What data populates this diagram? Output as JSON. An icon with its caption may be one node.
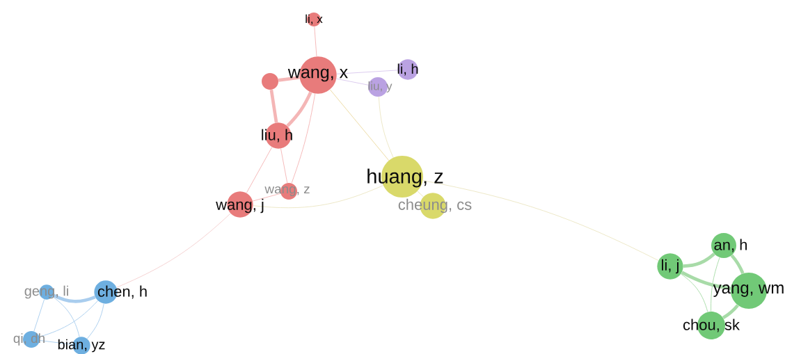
{
  "diagram": {
    "nodes": [
      {
        "text": [
          "li, x"
        ]
      },
      {
        "text": [
          "wang, x"
        ]
      },
      {
        "text": [],
        "shape": "circle"
      },
      {
        "text": [
          "liu, y"
        ]
      },
      {
        "text": [
          "li, h"
        ]
      },
      {
        "text": [
          "liu, h"
        ]
      },
      {
        "text": [
          "wang, z"
        ]
      },
      {
        "text": [
          "wang, j"
        ]
      },
      {
        "text": [
          "huang, z"
        ]
      },
      {
        "text": [
          "cheung, cs"
        ]
      },
      {
        "text": [
          "li, j"
        ]
      },
      {
        "text": [
          "an, h"
        ]
      },
      {
        "text": [
          "yang, wm"
        ]
      },
      {
        "text": [
          "chou, sk"
        ]
      },
      {
        "text": [
          "geng, li"
        ]
      },
      {
        "text": [
          "chen, h"
        ]
      },
      {
        "text": [
          "qi, dh"
        ]
      },
      {
        "text": [
          "bian, yz"
        ]
      }
    ],
    "edges": [
      {
        "from": 0,
        "to": 1,
        "arrow": "none",
        "color": "#f4b6b6"
      },
      {
        "from": 1,
        "to": 2,
        "arrow": "none",
        "style": "thick",
        "color": "#f4b6b6"
      },
      {
        "from": 1,
        "to": 5,
        "arrow": "none",
        "style": "thick",
        "color": "#f4b6b6"
      },
      {
        "from": 2,
        "to": 5,
        "arrow": "none",
        "style": "thick",
        "color": "#f4b6b6"
      },
      {
        "from": 1,
        "to": 3,
        "arrow": "none",
        "color": "#d9c8ee"
      },
      {
        "from": 1,
        "to": 4,
        "arrow": "none",
        "color": "#d9c8ee"
      },
      {
        "from": 1,
        "to": 6,
        "arrow": "none",
        "color": "#f4b6b6"
      },
      {
        "from": 1,
        "to": 8,
        "arrow": "none",
        "color": "#ecd9a0"
      },
      {
        "from": 3,
        "to": 8,
        "arrow": "none",
        "color": "#ece6c4"
      },
      {
        "from": 5,
        "to": 6,
        "arrow": "none",
        "color": "#f4b6b6"
      },
      {
        "from": 5,
        "to": 7,
        "arrow": "none",
        "color": "#f4b6b6"
      },
      {
        "from": 7,
        "to": 6,
        "arrow": "none",
        "color": "#f4b6b6"
      },
      {
        "from": 7,
        "to": 8,
        "arrow": "none",
        "color": "#ece6c4"
      },
      {
        "from": 8,
        "to": 9,
        "arrow": "none",
        "color": "#e9e8b0"
      },
      {
        "from": 8,
        "to": 10,
        "arrow": "none",
        "color": "#ece6c4"
      },
      {
        "from": 7,
        "to": 15,
        "arrow": "none",
        "color": "#f4d0d0"
      },
      {
        "from": 14,
        "to": 15,
        "arrow": "none",
        "style": "thick",
        "color": "#a9cdee"
      },
      {
        "from": 14,
        "to": 16,
        "arrow": "none",
        "color": "#a9cdee"
      },
      {
        "from": 14,
        "to": 17,
        "arrow": "none",
        "color": "#a9cdee"
      },
      {
        "from": 15,
        "to": 17,
        "arrow": "none",
        "color": "#a9cdee"
      },
      {
        "from": 15,
        "to": 16,
        "arrow": "none",
        "color": "#a9cdee"
      },
      {
        "from": 16,
        "to": 17,
        "arrow": "none",
        "color": "#a9cdee"
      },
      {
        "from": 10,
        "to": 11,
        "arrow": "none",
        "style": "thick",
        "color": "#a8dba8"
      },
      {
        "from": 10,
        "to": 12,
        "arrow": "none",
        "style": "thick",
        "color": "#a8dba8"
      },
      {
        "from": 10,
        "to": 13,
        "arrow": "none",
        "color": "#a8dba8"
      },
      {
        "from": 11,
        "to": 12,
        "arrow": "none",
        "style": "thick",
        "color": "#a8dba8"
      },
      {
        "from": 11,
        "to": 13,
        "arrow": "none",
        "color": "#a8dba8"
      },
      {
        "from": 12,
        "to": 13,
        "arrow": "none",
        "style": "thick",
        "color": "#a8dba8"
      }
    ]
  }
}
